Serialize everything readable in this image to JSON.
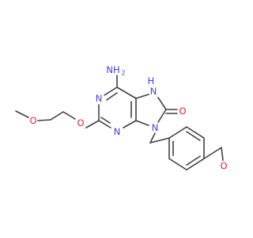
{
  "colors": {
    "carbon_bond": "#404040",
    "nitrogen": "#3b41e0",
    "oxygen": "#e8212b",
    "background": "#ffffff"
  },
  "atoms": {
    "nh2": "NH",
    "nh2_sub": "2",
    "n_ring_left": "N",
    "n_ring_bottom": "N",
    "n7_h": "H",
    "n7_n": "N",
    "n9": "N",
    "c8_oxo": "O",
    "ether_o_ring": "O",
    "ether_o_chain": "O",
    "aldehyde_o": "O"
  }
}
